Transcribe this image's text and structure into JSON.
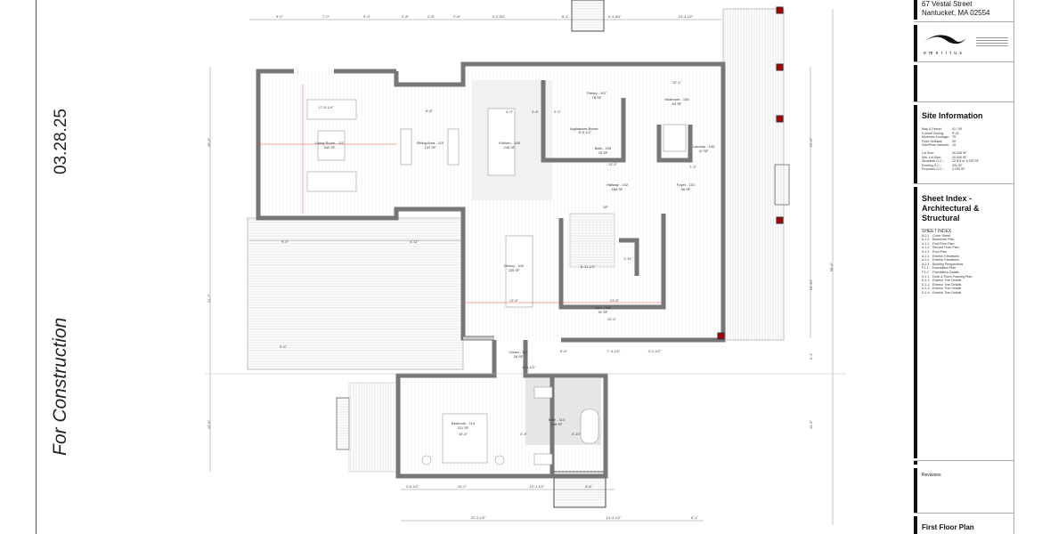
{
  "sheet": {
    "date": "03.28.25",
    "status": "For Construction"
  },
  "title_block": {
    "address_line1": "67 Vestal Street",
    "address_line2": "Nantucket, MA 02554",
    "firm_name": "e m e r i t u s",
    "site_info": {
      "heading": "Site Information",
      "rows": [
        {
          "label": "Map & Parcel:",
          "value": "41 / 59"
        },
        {
          "label": "Current Zoning:",
          "value": "R-20"
        },
        {
          "label": "Minimum Frontage:",
          "value": "75'"
        },
        {
          "label": "Front Setback:",
          "value": "30'"
        },
        {
          "label": "Side/Rear Setback:",
          "value": "10'"
        }
      ],
      "rows2": [
        {
          "label": "Lot Size:",
          "value": "26,348 SF"
        },
        {
          "label": "Min. Lot Size:",
          "value": "20,000 SF"
        },
        {
          "label": "Allowable G.C.:",
          "value": "12.5% or 3,293 SF"
        },
        {
          "label": "Existing G.C.:",
          "value": "431 SF"
        },
        {
          "label": "Proposed G.C.:",
          "value": "2,200 SF"
        }
      ]
    },
    "sheet_index": {
      "heading": "Sheet Index - Architectural & Structural",
      "subheading": "SHEET INDEX",
      "items": [
        {
          "code": "A.0.1",
          "name": "Cover Sheet"
        },
        {
          "code": "A.1.0",
          "name": "Basement Plan"
        },
        {
          "code": "A.1.1",
          "name": "First Floor Plan"
        },
        {
          "code": "A.1.2",
          "name": "Second Floor Plan"
        },
        {
          "code": "A.1.3",
          "name": "Roof Plan"
        },
        {
          "code": "A.2.1",
          "name": "Exterior Elevations"
        },
        {
          "code": "A.2.2",
          "name": "Exterior Elevations"
        },
        {
          "code": "A.2.3",
          "name": "Building Perspectives"
        },
        {
          "code": "F.1.1",
          "name": "Foundation Plan"
        },
        {
          "code": "F.1.2",
          "name": "Foundation Details"
        },
        {
          "code": "S.1.1",
          "name": "Deck & Porch Framing Plan"
        },
        {
          "code": "D.1.1",
          "name": "Exterior Trim Details"
        },
        {
          "code": "D.1.2",
          "name": "Exterior Trim Details"
        },
        {
          "code": "D.1.3",
          "name": "Exterior Trim Details"
        },
        {
          "code": "D.1.4",
          "name": "Exterior Trim Details"
        }
      ]
    },
    "revisions_label": "Revisions",
    "sheet_title": "First Floor Plan"
  },
  "plan": {
    "rooms": [
      {
        "name": "Living Room - 111",
        "area": "340 SF"
      },
      {
        "name": "Sitting Area - 110",
        "area": "137 SF"
      },
      {
        "name": "Kitchen - 108",
        "area": "246 SF"
      },
      {
        "name": "Pantry - 107",
        "area": "78 SF"
      },
      {
        "name": "Mudroom - 106",
        "area": "64 SF"
      },
      {
        "name": "Bath - 109",
        "area": "25 SF"
      },
      {
        "name": "Laundry - 105",
        "area": "47 SF"
      },
      {
        "name": "Hallway - 102",
        "area": "168 SF"
      },
      {
        "name": "Foyer - 101",
        "area": "56 SF"
      },
      {
        "name": "Dining - 103",
        "area": "235 SF"
      },
      {
        "name": "Den - 104",
        "area": "91 SF"
      },
      {
        "name": "Closet - 112",
        "area": "26 SF"
      },
      {
        "name": "Bedroom - 114",
        "area": "211 SF"
      },
      {
        "name": "Bath - 113",
        "area": "108 SF"
      }
    ],
    "notes": {
      "appliances": "Appliances Below",
      "up": "UP"
    },
    "dims_top": [
      "9'-0\"",
      "7'-0\"",
      "9'-0\"",
      "2'-8\"",
      "4'-8\"",
      "2'-8\"",
      "9'-2 3/4\"",
      "6'-1\"",
      "5'-4 3/4\"",
      "10'-4 1/2\""
    ],
    "dims_bottom": [
      "3'-6 1/2\"",
      "10'-2\"",
      "10'-1 1/2\"",
      "4'-6\"",
      "22'-2 1/2\"",
      "14'-4 1/2\"",
      "8'-1\""
    ],
    "dims_interior": [
      "17'-8 1/4\"",
      "8'-8\"",
      "4'-0\"",
      "3'-8\"",
      "2'-1\"",
      "12'-1\"",
      "8'-6 1/2\"",
      "13'-0\"",
      "7'-3\"",
      "13'-8\"",
      "13'-8\"",
      "6'-11 1/2\"",
      "1'-11\"",
      "10'-0\"",
      "16'-8\"",
      "4'-4\"",
      "5'-10\"",
      "9'-6\"",
      "6'-4 1/2\"",
      "5'-6\"",
      "7'-4 1/2\"",
      "3'-2 1/2\"",
      "9'-6\"",
      "4'-11\""
    ],
    "dims_left": [
      "20'-0\"",
      "21'-7\"",
      "13'-6\""
    ],
    "dims_right": [
      "22'-0\"",
      "10'-10\"",
      "58'-6\"",
      "13'-6\"",
      "5'-1\""
    ]
  }
}
